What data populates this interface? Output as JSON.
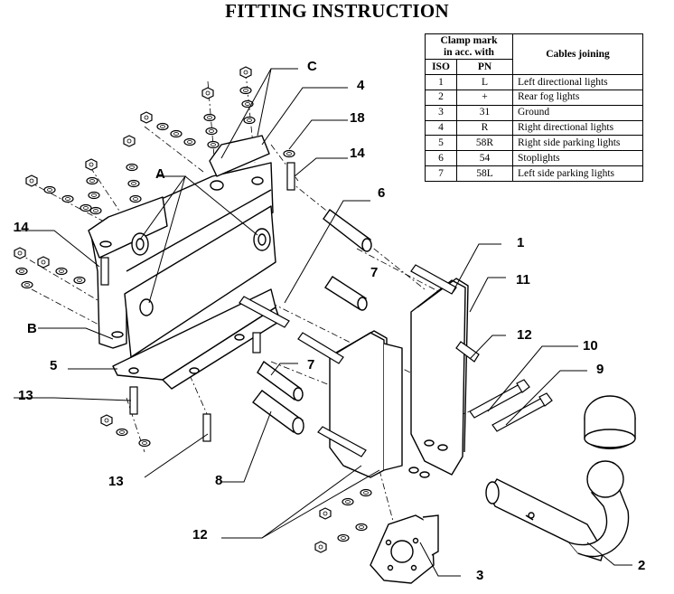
{
  "title": "FITTING INSTRUCTION",
  "legend": {
    "header_clamp": "Clamp mark",
    "header_clamp2": "in acc. with",
    "header_iso": "ISO",
    "header_pn": "PN",
    "header_cables": "Cables joining",
    "rows": [
      {
        "iso": "1",
        "pn": "L",
        "cable": "Left directional lights"
      },
      {
        "iso": "2",
        "pn": "+",
        "cable": "Rear fog lights"
      },
      {
        "iso": "3",
        "pn": "31",
        "cable": "Ground"
      },
      {
        "iso": "4",
        "pn": "R",
        "cable": "Right directional lights"
      },
      {
        "iso": "5",
        "pn": "58R",
        "cable": "Right side parking lights"
      },
      {
        "iso": "6",
        "pn": "54",
        "cable": "Stoplights"
      },
      {
        "iso": "7",
        "pn": "58L",
        "cable": "Left side parking lights"
      }
    ]
  },
  "callouts": {
    "C": "C",
    "A": "A",
    "B": "B",
    "n1": "1",
    "n2": "2",
    "n3": "3",
    "n4": "4",
    "n5": "5",
    "n6": "6",
    "n7a": "7",
    "n7b": "7",
    "n8": "8",
    "n9": "9",
    "n10": "10",
    "n11": "11",
    "n12a": "12",
    "n12b": "12",
    "n13a": "13",
    "n13b": "13",
    "n14a": "14",
    "n14b": "14",
    "n18": "18"
  }
}
